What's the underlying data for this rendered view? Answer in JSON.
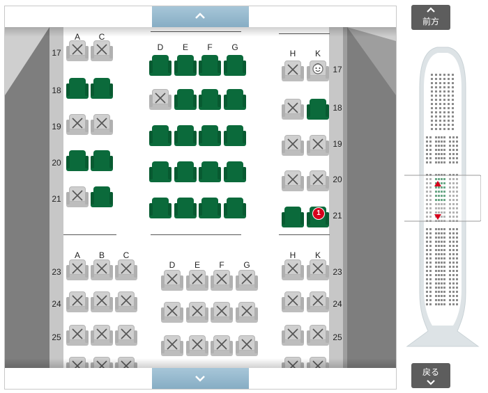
{
  "nav": {
    "forward_label": "前方",
    "back_label": "戻る"
  },
  "colors": {
    "available": "#0b6a3b",
    "occupied": "#cfcfcf",
    "selected_badge": "#d6001c",
    "scroll_bar": "#9bbdd1"
  },
  "section1": {
    "left_columns": [
      "A",
      "C"
    ],
    "middle_columns": [
      "D",
      "E",
      "F",
      "G"
    ],
    "right_columns": [
      "H",
      "K"
    ],
    "rows": [
      {
        "row": "17",
        "left": [
          "occupied",
          "occupied"
        ],
        "middle": [
          "available",
          "available",
          "available",
          "available"
        ],
        "right": [
          "occupied",
          "baby"
        ]
      },
      {
        "row": "18",
        "left": [
          "available",
          "available"
        ],
        "middle": [
          "occupied",
          "available",
          "available",
          "available"
        ],
        "right": [
          "occupied",
          "available"
        ]
      },
      {
        "row": "19",
        "left": [
          "occupied",
          "occupied"
        ],
        "middle": [
          "available",
          "available",
          "available",
          "available"
        ],
        "right": [
          "occupied",
          "occupied"
        ]
      },
      {
        "row": "20",
        "left": [
          "available",
          "available"
        ],
        "middle": [
          "available",
          "available",
          "available",
          "available"
        ],
        "right": [
          "occupied",
          "occupied"
        ]
      },
      {
        "row": "21",
        "left": [
          "occupied",
          "available"
        ],
        "middle": [
          "available",
          "available",
          "available",
          "available"
        ],
        "right": [
          "available",
          "selected"
        ]
      }
    ]
  },
  "section2": {
    "left_columns": [
      "A",
      "B",
      "C"
    ],
    "middle_columns": [
      "D",
      "E",
      "F",
      "G"
    ],
    "right_columns": [
      "H",
      "K"
    ],
    "rows": [
      "23",
      "24",
      "25"
    ]
  },
  "selected_seat": {
    "row": "21",
    "column": "K",
    "badge": "1"
  }
}
